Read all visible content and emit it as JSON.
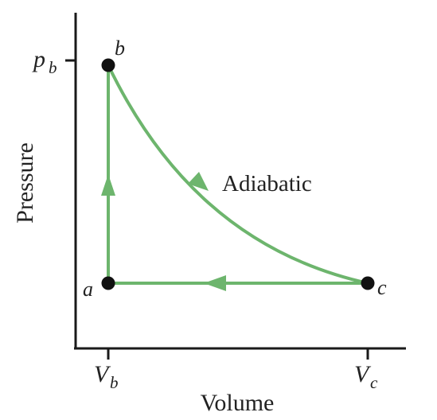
{
  "axes": {
    "x_label": "Volume",
    "y_label": "Pressure"
  },
  "ticks": {
    "y_pb_main": "p",
    "y_pb_sub": "b",
    "x_vb_main": "V",
    "x_vb_sub": "b",
    "x_vc_main": "V",
    "x_vc_sub": "c"
  },
  "points": {
    "a": "a",
    "b": "b",
    "c": "c"
  },
  "process_label": "Adiabatic",
  "colors": {
    "path": "#6db56d",
    "axis": "#1a1a1a",
    "point": "#111111"
  },
  "icons": {
    "arrow_up": "arrow-up-icon",
    "arrow_left": "arrow-left-icon",
    "arrow_down_right": "arrow-down-right-icon"
  }
}
